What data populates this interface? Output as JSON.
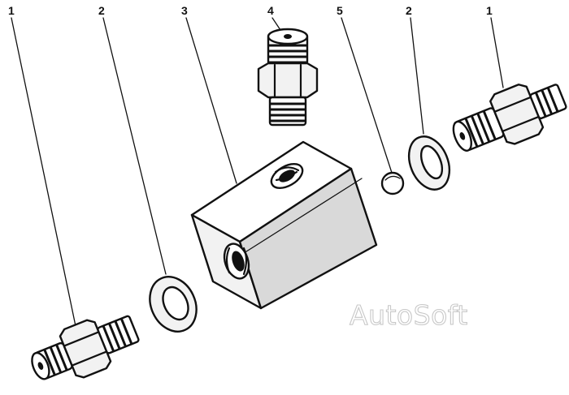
{
  "callouts": [
    {
      "id": "left-fitting",
      "label": "1"
    },
    {
      "id": "left-washer",
      "label": "2"
    },
    {
      "id": "tee-body",
      "label": "3"
    },
    {
      "id": "top-fitting",
      "label": "4"
    },
    {
      "id": "ball",
      "label": "5"
    },
    {
      "id": "right-washer",
      "label": "2"
    },
    {
      "id": "right-fitting",
      "label": "1"
    }
  ],
  "watermark": "AutoSoft"
}
